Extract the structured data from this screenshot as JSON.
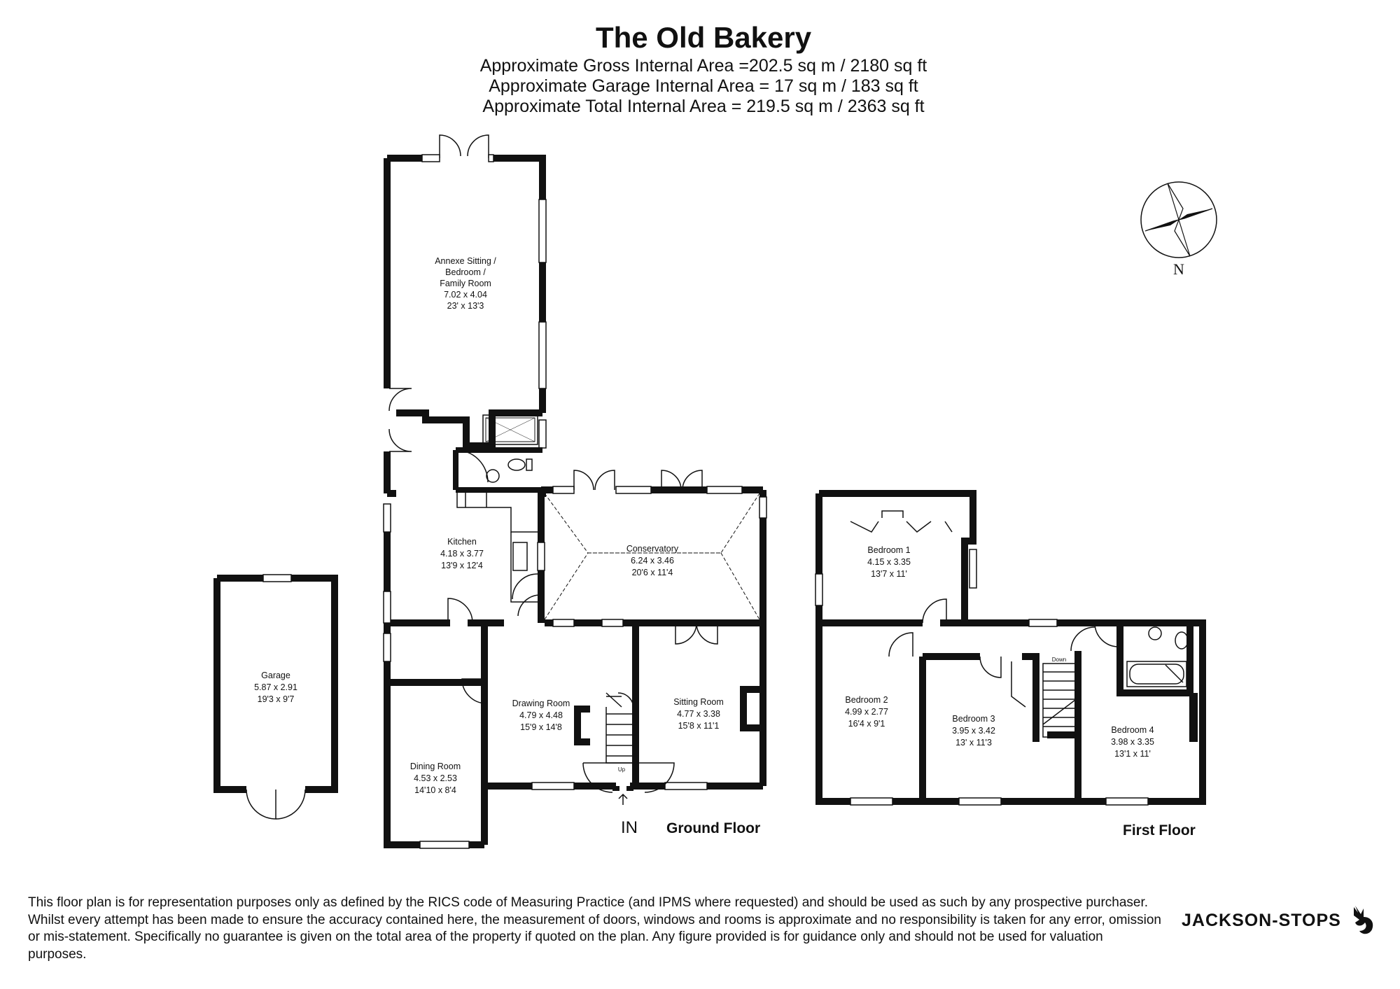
{
  "title": "The Old Bakery",
  "areas": [
    "Approximate Gross Internal Area =202.5 sq m / 2180 sq ft",
    "Approximate Garage Internal Area = 17 sq m / 183 sq ft",
    "Approximate Total Internal Area = 219.5 sq m / 2363 sq ft"
  ],
  "compass": {
    "label": "N"
  },
  "rooms": {
    "annexe": [
      "Annexe Sitting /",
      "Bedroom /",
      "Family Room",
      "7.02 x 4.04",
      "23' x 13'3"
    ],
    "kitchen": [
      "Kitchen",
      "4.18 x 3.77",
      "13'9 x 12'4"
    ],
    "conservatory": [
      "Conservatory",
      "6.24 x 3.46",
      "20'6 x 11'4"
    ],
    "garage": [
      "Garage",
      "5.87 x 2.91",
      "19'3 x 9'7"
    ],
    "drawing": [
      "Drawing Room",
      "4.79 x 4.48",
      "15'9 x 14'8"
    ],
    "sitting": [
      "Sitting Room",
      "4.77 x 3.38",
      "15'8 x 11'1"
    ],
    "dining": [
      "Dining Room",
      "4.53 x 2.53",
      "14'10 x 8'4"
    ],
    "bed1": [
      "Bedroom 1",
      "4.15 x 3.35",
      "13'7 x 11'"
    ],
    "bed2": [
      "Bedroom 2",
      "4.99 x 2.77",
      "16'4 x 9'1"
    ],
    "bed3": [
      "Bedroom 3",
      "3.95 x 3.42",
      "13' x 11'3"
    ],
    "bed4": [
      "Bedroom 4",
      "3.98 x 3.35",
      "13'1 x 11'"
    ]
  },
  "stairs": {
    "up": "Up",
    "down": "Down"
  },
  "entrance": "IN",
  "floors": {
    "ground": "Ground Floor",
    "first": "First Floor"
  },
  "disclaimer": "This floor plan is for representation purposes only as defined by the RICS code of Measuring Practice (and IPMS where requested) and should be used as such by any prospective purchaser. Whilst every attempt has been made to ensure the accuracy contained here, the measurement of doors, windows and rooms is approximate and no responsibility is taken for any error, omission or mis-statement. Specifically no guarantee is given on the total area of the property if quoted on the plan. Any figure provided is for guidance only and should not be used for valuation purposes.",
  "logo": "JACKSON-STOPS",
  "colors": {
    "wall": "#111111",
    "background": "#ffffff"
  }
}
